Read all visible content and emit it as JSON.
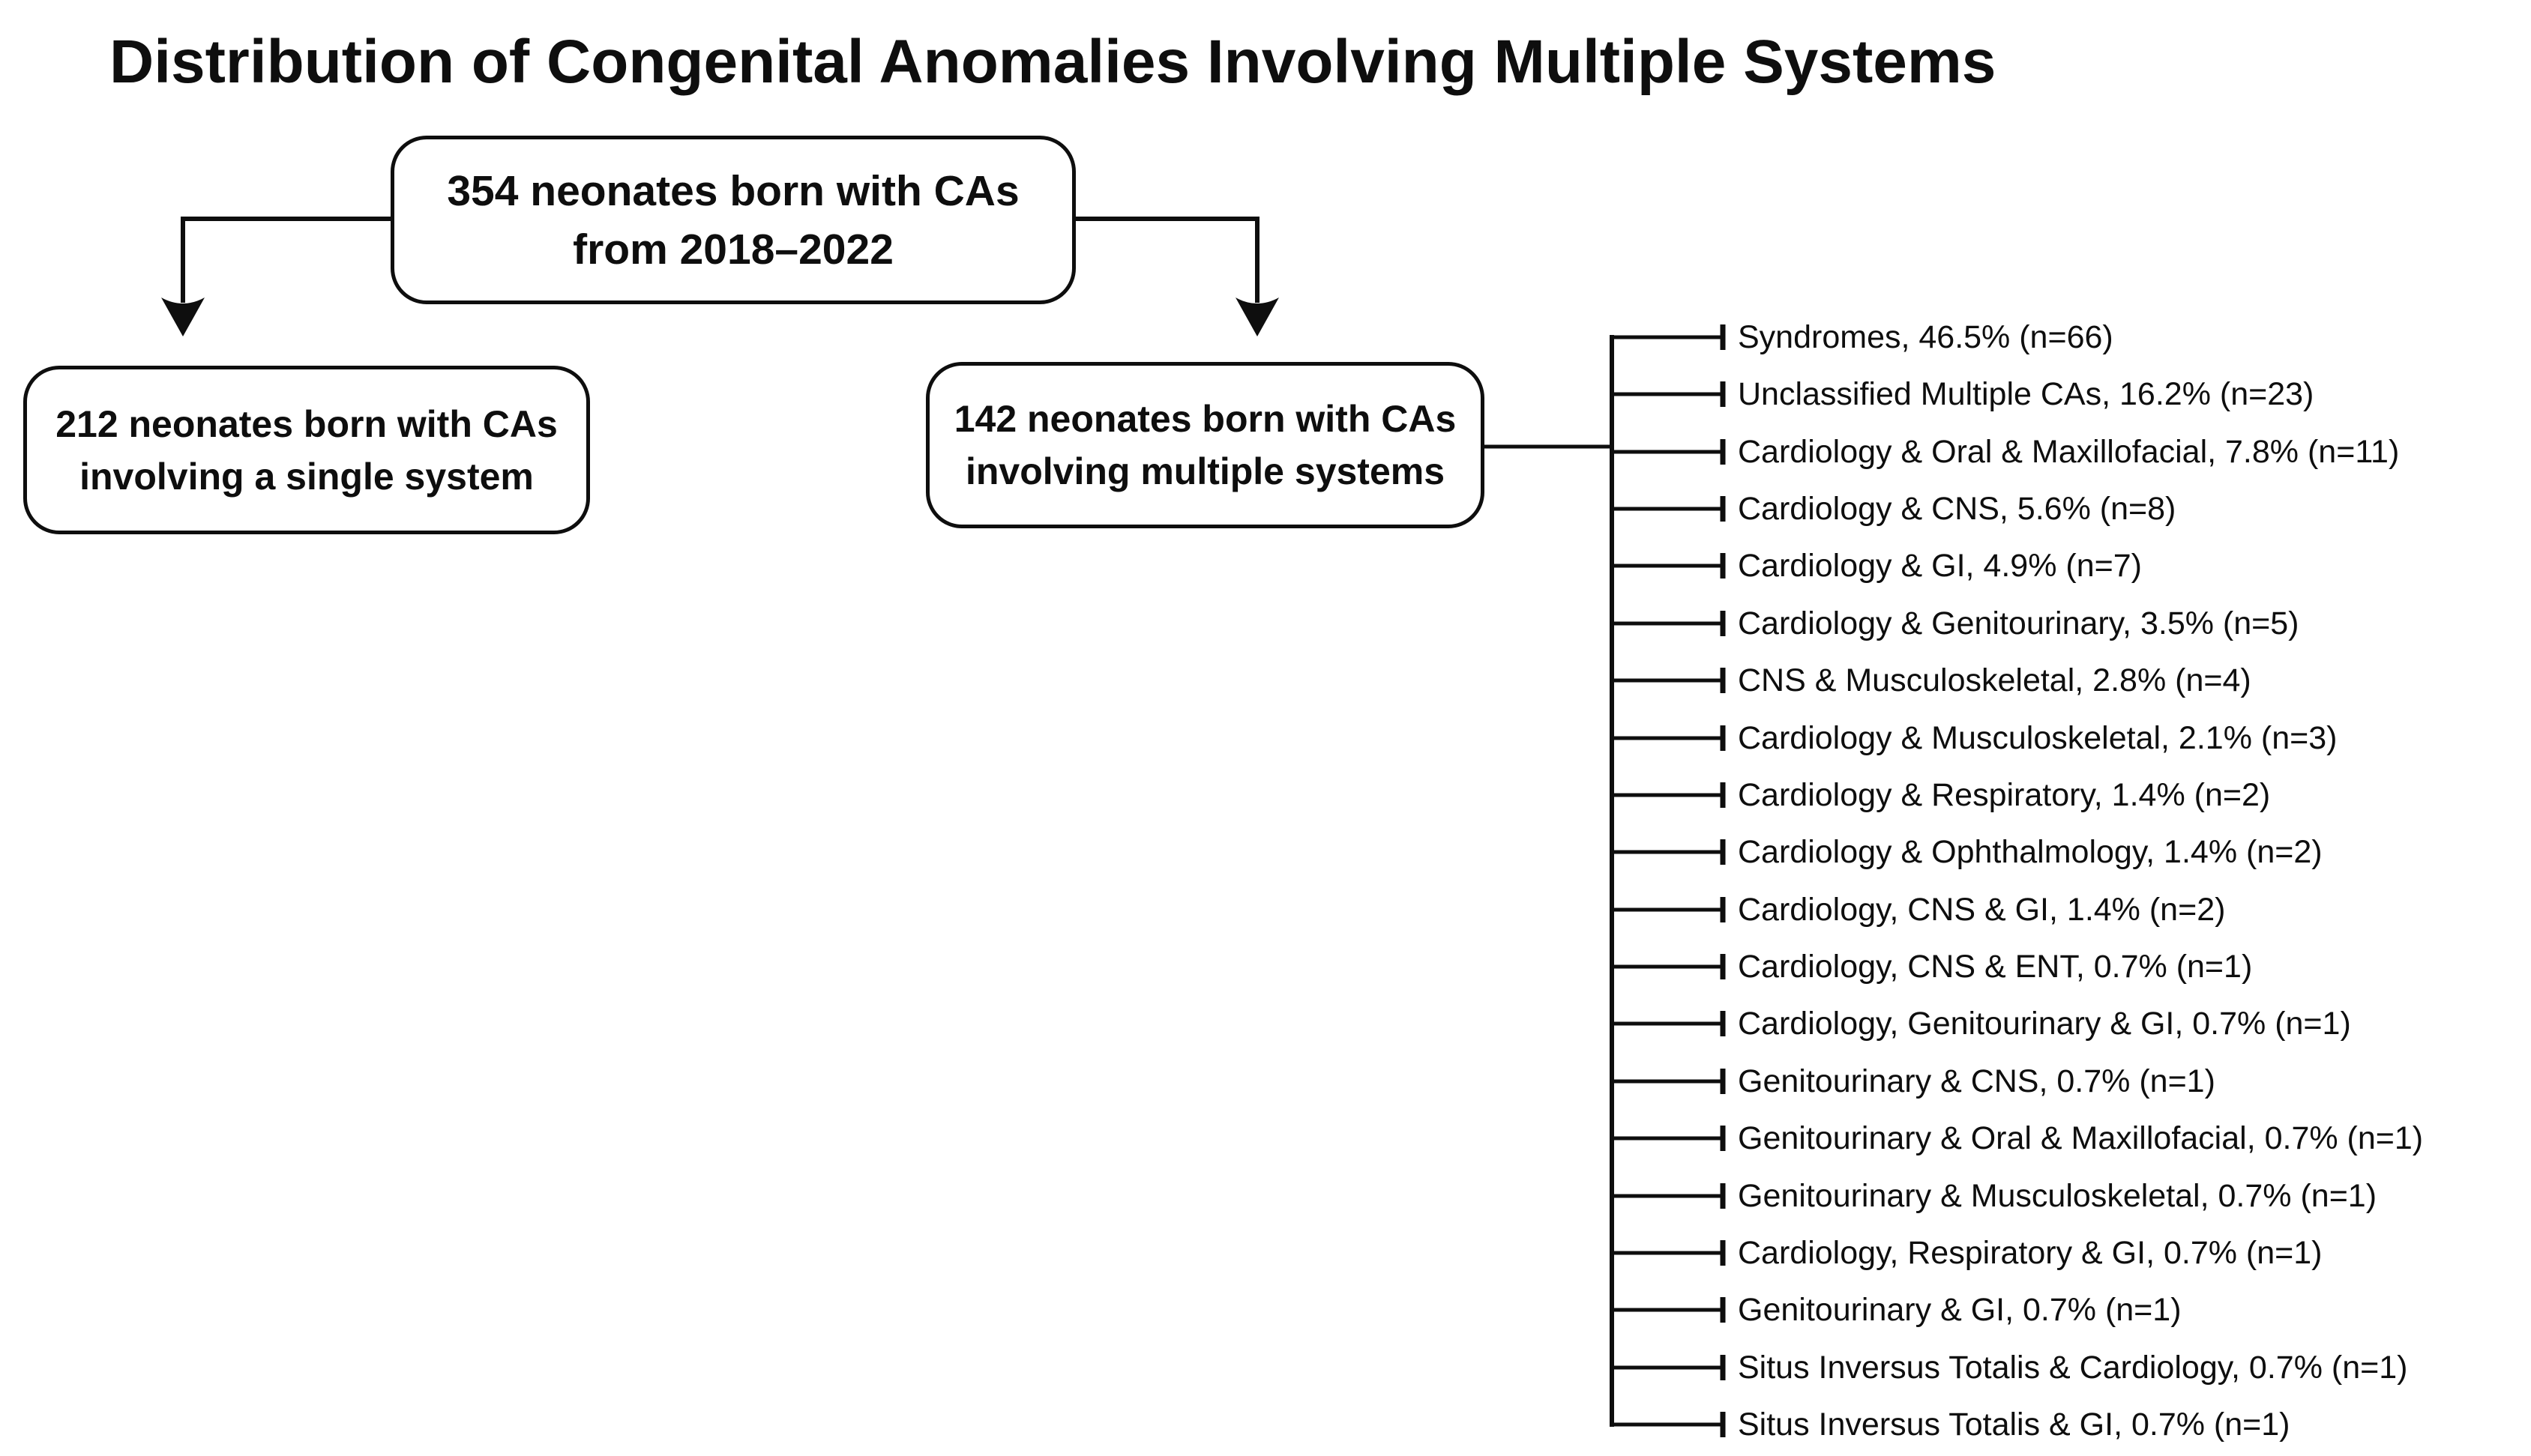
{
  "title": "Distribution of Congenital Anomalies Involving Multiple Systems",
  "root_box": {
    "line1": "354 neonates born with CAs",
    "line2": "from 2018–2022"
  },
  "single_system_box": {
    "line1": "212 neonates born with CAs",
    "line2": "involving a single system"
  },
  "multiple_systems_box": {
    "line1": "142 neonates born with CAs",
    "line2": "involving multiple systems"
  },
  "breakdown": {
    "items": [
      {
        "label": "Syndromes, 46.5% (n=66)",
        "category": "Syndromes",
        "percent": "46.5%",
        "n": 66
      },
      {
        "label": "Unclassified Multiple CAs, 16.2% (n=23)",
        "category": "Unclassified Multiple CAs",
        "percent": "16.2%",
        "n": 23
      },
      {
        "label": "Cardiology & Oral & Maxillofacial, 7.8% (n=11)",
        "category": "Cardiology & Oral & Maxillofacial",
        "percent": "7.8%",
        "n": 11
      },
      {
        "label": "Cardiology & CNS, 5.6% (n=8)",
        "category": "Cardiology & CNS",
        "percent": "5.6%",
        "n": 8
      },
      {
        "label": "Cardiology & GI, 4.9% (n=7)",
        "category": "Cardiology & GI",
        "percent": "4.9%",
        "n": 7
      },
      {
        "label": "Cardiology & Genitourinary, 3.5% (n=5)",
        "category": "Cardiology & Genitourinary",
        "percent": "3.5%",
        "n": 5
      },
      {
        "label": "CNS & Musculoskeletal, 2.8% (n=4)",
        "category": "CNS & Musculoskeletal",
        "percent": "2.8%",
        "n": 4
      },
      {
        "label": "Cardiology & Musculoskeletal, 2.1% (n=3)",
        "category": "Cardiology & Musculoskeletal",
        "percent": "2.1%",
        "n": 3
      },
      {
        "label": "Cardiology & Respiratory, 1.4% (n=2)",
        "category": "Cardiology & Respiratory",
        "percent": "1.4%",
        "n": 2
      },
      {
        "label": "Cardiology & Ophthalmology, 1.4% (n=2)",
        "category": "Cardiology & Ophthalmology",
        "percent": "1.4%",
        "n": 2
      },
      {
        "label": "Cardiology, CNS & GI, 1.4% (n=2)",
        "category": "Cardiology, CNS & GI",
        "percent": "1.4%",
        "n": 2
      },
      {
        "label": "Cardiology, CNS & ENT, 0.7% (n=1)",
        "category": "Cardiology, CNS & ENT",
        "percent": "0.7%",
        "n": 1
      },
      {
        "label": "Cardiology, Genitourinary & GI, 0.7% (n=1)",
        "category": "Cardiology, Genitourinary & GI",
        "percent": "0.7%",
        "n": 1
      },
      {
        "label": "Genitourinary & CNS, 0.7% (n=1)",
        "category": "Genitourinary & CNS",
        "percent": "0.7%",
        "n": 1
      },
      {
        "label": "Genitourinary & Oral & Maxillofacial, 0.7% (n=1)",
        "category": "Genitourinary & Oral & Maxillofacial",
        "percent": "0.7%",
        "n": 1
      },
      {
        "label": "Genitourinary & Musculoskeletal, 0.7% (n=1)",
        "category": "Genitourinary & Musculoskeletal",
        "percent": "0.7%",
        "n": 1
      },
      {
        "label": "Cardiology, Respiratory & GI, 0.7% (n=1)",
        "category": "Cardiology, Respiratory & GI",
        "percent": "0.7%",
        "n": 1
      },
      {
        "label": "Genitourinary & GI, 0.7% (n=1)",
        "category": "Genitourinary & GI",
        "percent": "0.7%",
        "n": 1
      },
      {
        "label": "Situs Inversus Totalis & Cardiology, 0.7% (n=1)",
        "category": "Situs Inversus Totalis & Cardiology",
        "percent": "0.7%",
        "n": 1
      },
      {
        "label": "Situs Inversus Totalis & GI, 0.7% (n=1)",
        "category": "Situs Inversus Totalis & GI",
        "percent": "0.7%",
        "n": 1
      }
    ]
  },
  "colors": {
    "line": "#0e0e0e",
    "text": "#0e0e0e",
    "background": "#ffffff"
  }
}
